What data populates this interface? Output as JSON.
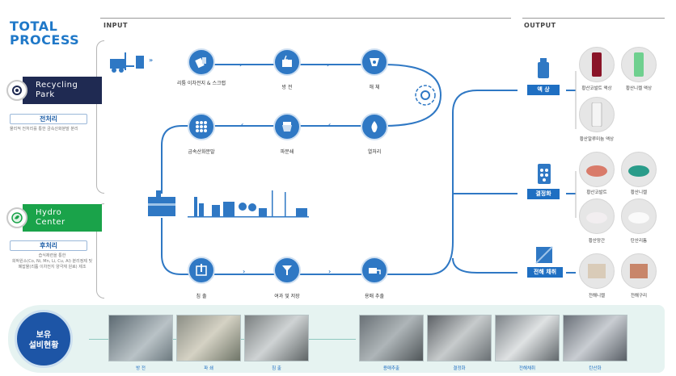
{
  "title": {
    "line1": "TOTAL",
    "line2": "PROCESS"
  },
  "sections": {
    "input": "INPUT",
    "output": "OUTPUT"
  },
  "recycling": {
    "line1": "Recycling",
    "line2": "Park",
    "process": "전처리",
    "desc": "물리적 전처리를 통한 금속산화분말 분리"
  },
  "hydro": {
    "line1": "Hydro",
    "line2": "Center",
    "process": "후처리",
    "desc_line1": "습식제련을 통한",
    "desc_line2": "희박원소(Co, Ni, Mn, Li, Cu, Al) 분리정제 및",
    "desc_line3": "폐잡물(리튬 이차전지 양극재 원료) 제조"
  },
  "nodes": {
    "scrap": "리튬 이차전지 & 스크랩",
    "discharge": "방 전",
    "dismantle": "해 체",
    "powder": "금속산화분말",
    "crush": "파분쇄",
    "heat": "열처리",
    "leach": "침 출",
    "filter": "여과 및 저장",
    "extract": "용매 추출"
  },
  "outputs": {
    "liquid": "액 상",
    "crystal": "결정화",
    "electro": "전해 채취"
  },
  "products": {
    "co_sulfate_liq": "황산코발트 액상",
    "ni_sulfate_liq": "황산니켈 액상",
    "al_sulfate_liq": "황산알루미늄 액상",
    "co_sulfate": "황산코발트",
    "ni_sulfate": "황산니켈",
    "mn_sulfate": "황산망간",
    "li_carbonate": "탄산리튬",
    "ni_electro": "전해니켈",
    "cu_electro": "전해구리"
  },
  "facilities": {
    "title_line1": "보유",
    "title_line2": "설비현황",
    "captions": [
      "방 전",
      "파 쇄",
      "침 출",
      "용매추출",
      "결정화",
      "전해채취",
      "탄산화"
    ]
  },
  "colors": {
    "accent": "#1f78c8",
    "navy": "#1f2a52",
    "green": "#1aa34a",
    "line": "#2f78c4"
  }
}
